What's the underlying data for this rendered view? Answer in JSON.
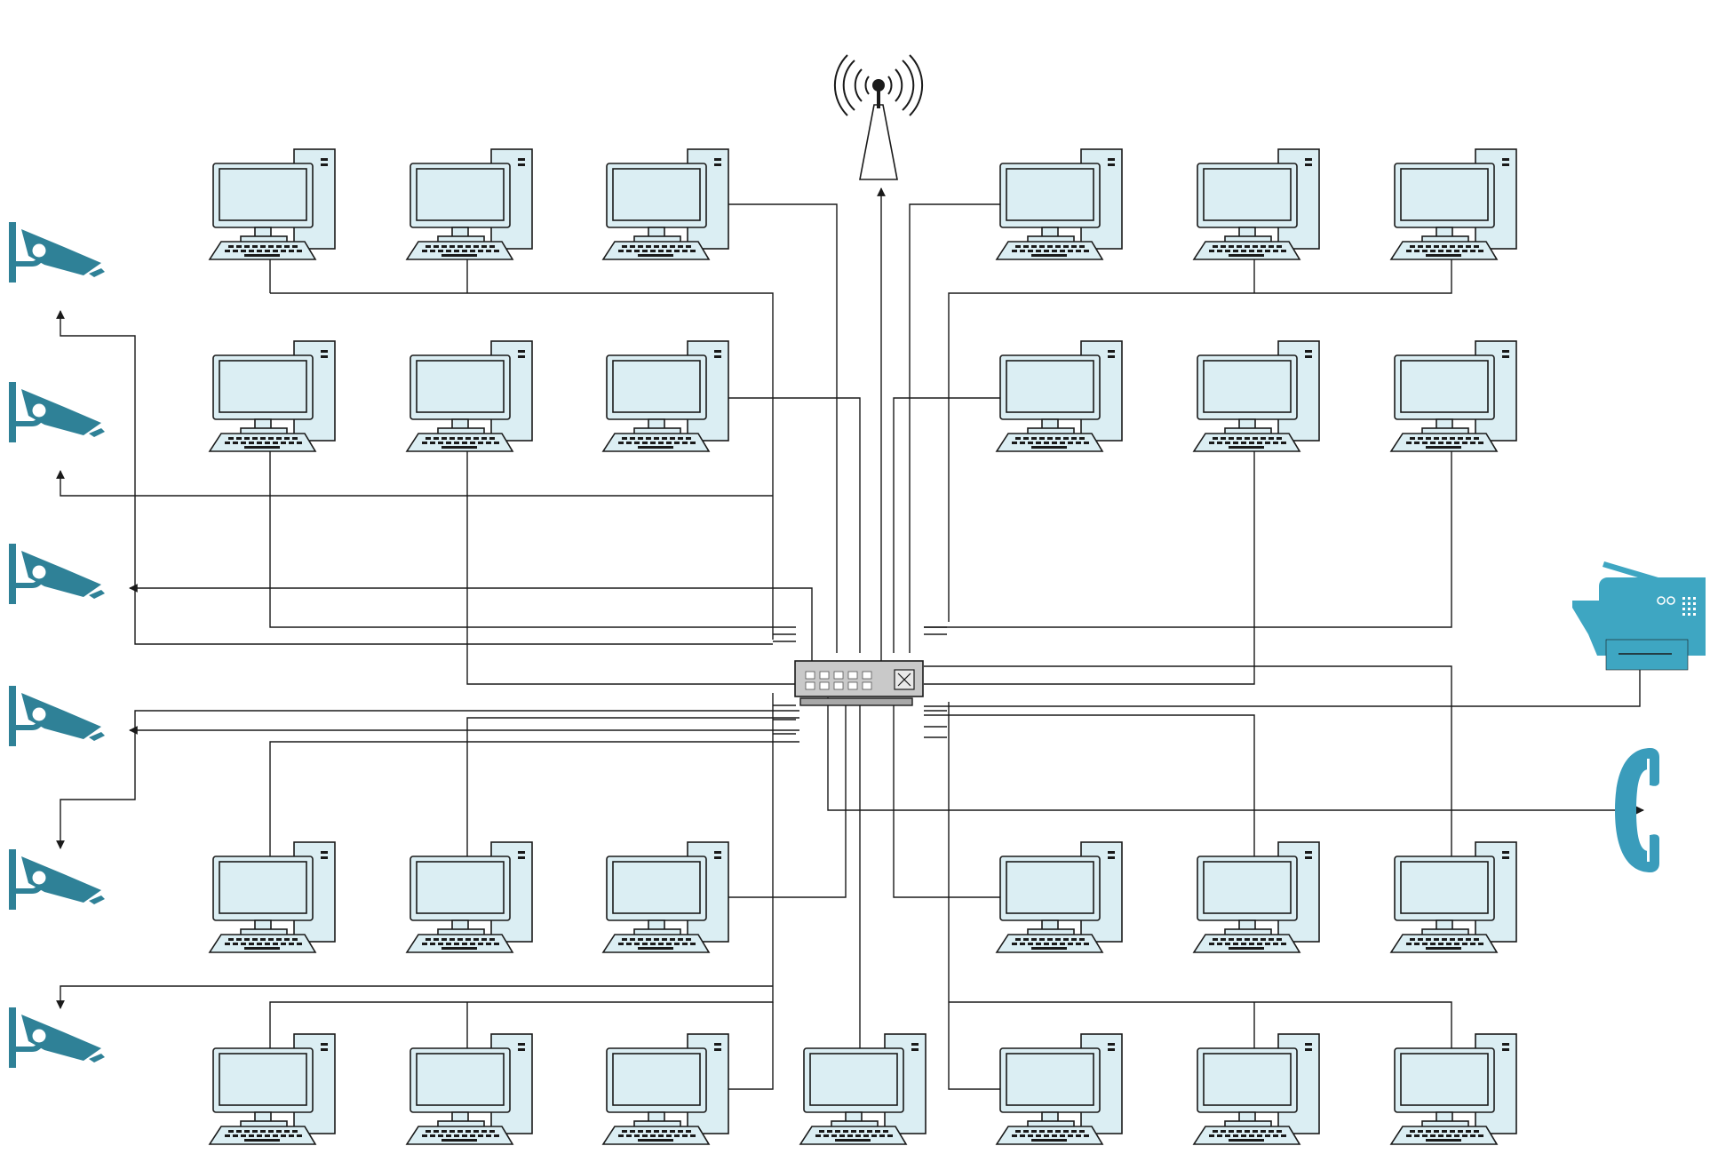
{
  "diagram": {
    "type": "office-network-topology",
    "hub": {
      "name": "network-switch",
      "ports": 10
    },
    "colors": {
      "workstation_fill": "#dbeef3",
      "outline": "#1a1a1a",
      "camera": "#2f8197",
      "fax": "#3ea6c2",
      "phone": "#3a9cbb",
      "switch_body": "#c9c9c9"
    },
    "nodes": {
      "workstations": 24,
      "cameras": 6,
      "wireless_antenna": 1,
      "fax_machine": 1,
      "telephone": 1
    },
    "icons": [
      "desktop-computer-icon",
      "security-camera-icon",
      "wireless-antenna-icon",
      "fax-machine-icon",
      "telephone-icon",
      "network-switch-icon"
    ]
  }
}
